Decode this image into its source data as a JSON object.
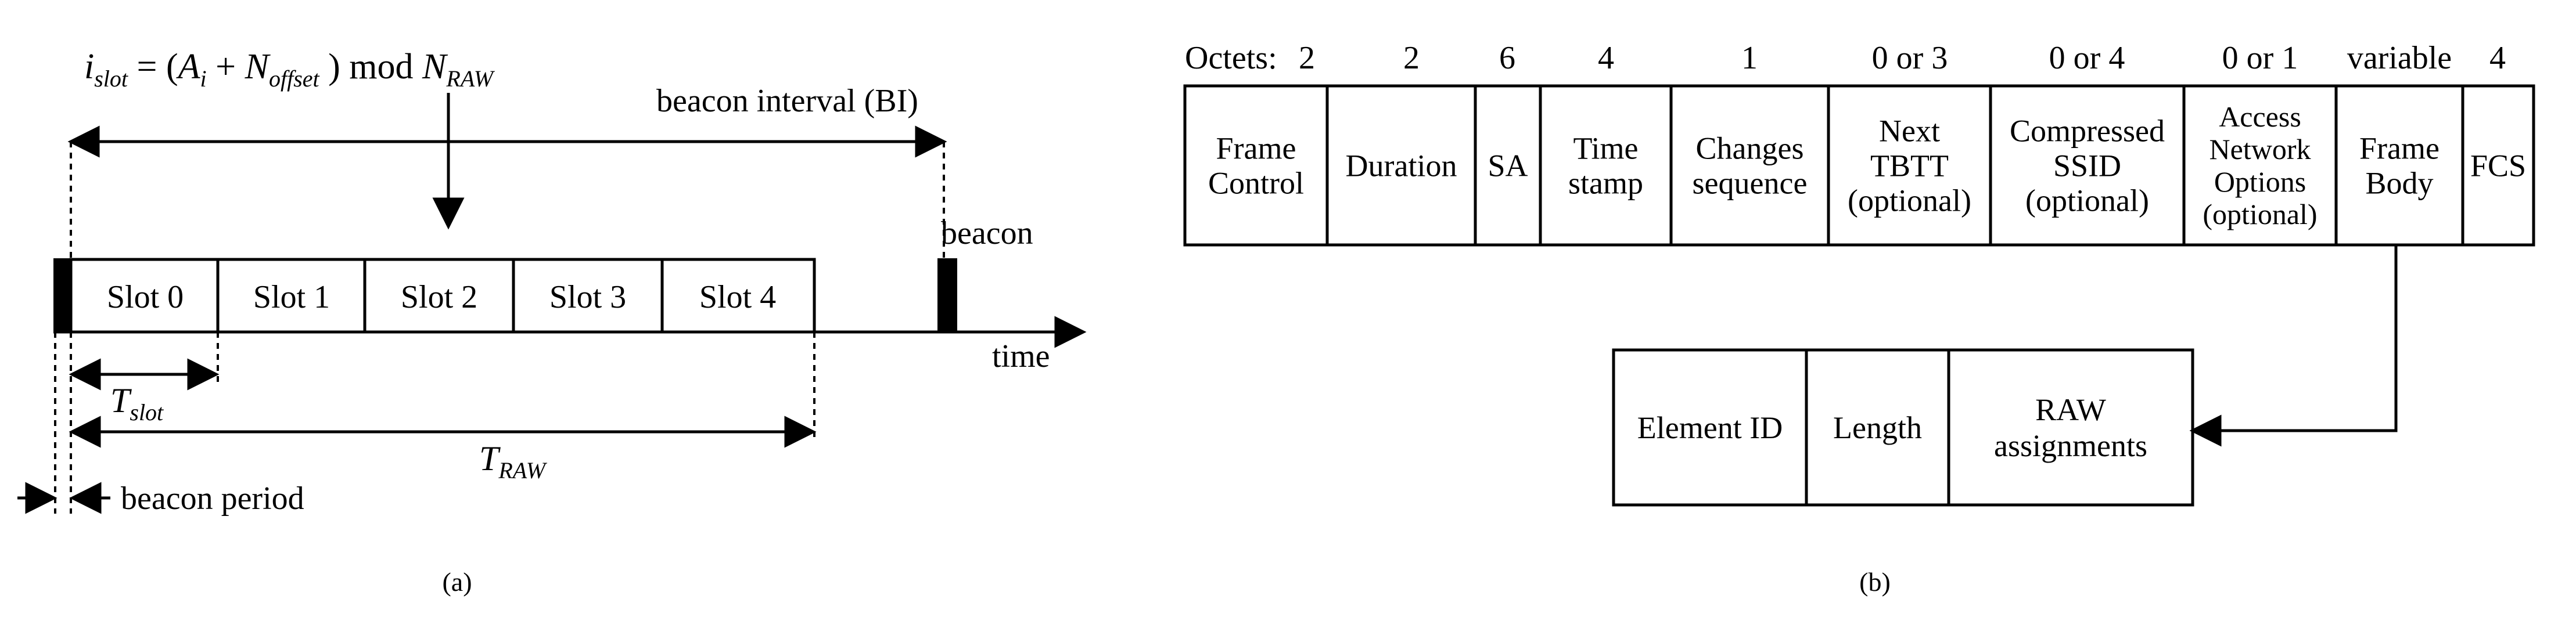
{
  "panel_a": {
    "formula": {
      "lhs_base": "i",
      "lhs_sub": "slot",
      "eq": " = (",
      "a_base": "A",
      "a_sub": "i",
      "plus": " + ",
      "n_base": "N",
      "n_sub": "offset",
      "mod": " ) mod ",
      "nraw_base": "N",
      "nraw_sub": "RAW"
    },
    "beacon_interval": "beacon interval (BI)",
    "beacon": "beacon",
    "time": "time",
    "slots": [
      "Slot 0",
      "Slot 1",
      "Slot 2",
      "Slot 3",
      "Slot 4"
    ],
    "t_slot": {
      "base": "T",
      "sub": "slot"
    },
    "t_raw": {
      "base": "T",
      "sub": "RAW"
    },
    "beacon_period": "beacon period",
    "caption": "(a)"
  },
  "panel_b": {
    "octets_label": "Octets:",
    "fields": [
      {
        "octets": "2",
        "lines": [
          "Frame",
          "Control"
        ]
      },
      {
        "octets": "2",
        "lines": [
          "Duration"
        ]
      },
      {
        "octets": "6",
        "lines": [
          "SA"
        ]
      },
      {
        "octets": "4",
        "lines": [
          "Time",
          "stamp"
        ]
      },
      {
        "octets": "1",
        "lines": [
          "Changes",
          "sequence"
        ]
      },
      {
        "octets": "0 or 3",
        "lines": [
          "Next",
          "TBTT",
          "(optional)"
        ]
      },
      {
        "octets": "0 or 4",
        "lines": [
          "Compressed",
          "SSID",
          "(optional)"
        ]
      },
      {
        "octets": "0 or 1",
        "lines": [
          "Access",
          "Network",
          "Options",
          "(optional)"
        ]
      },
      {
        "octets": "variable",
        "lines": [
          "Frame",
          "Body"
        ]
      },
      {
        "octets": "4",
        "lines": [
          "FCS"
        ]
      }
    ],
    "sub_fields": [
      {
        "lines": [
          "Element ID"
        ]
      },
      {
        "lines": [
          "Length"
        ]
      },
      {
        "lines": [
          "RAW",
          "assignments"
        ]
      }
    ],
    "caption": "(b)"
  }
}
